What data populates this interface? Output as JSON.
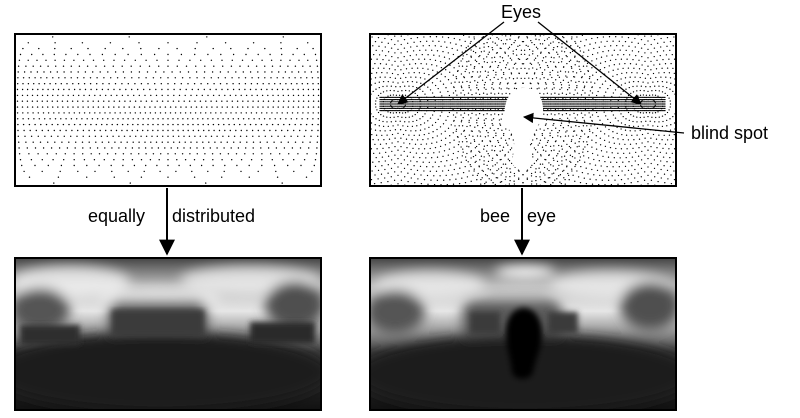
{
  "labels": {
    "eyes": "Eyes",
    "blind_spot": "blind spot",
    "equally_distributed": "equally distributed",
    "bee_eye": "bee eye"
  },
  "colors": {
    "ink": "#000000",
    "background": "#ffffff"
  }
}
